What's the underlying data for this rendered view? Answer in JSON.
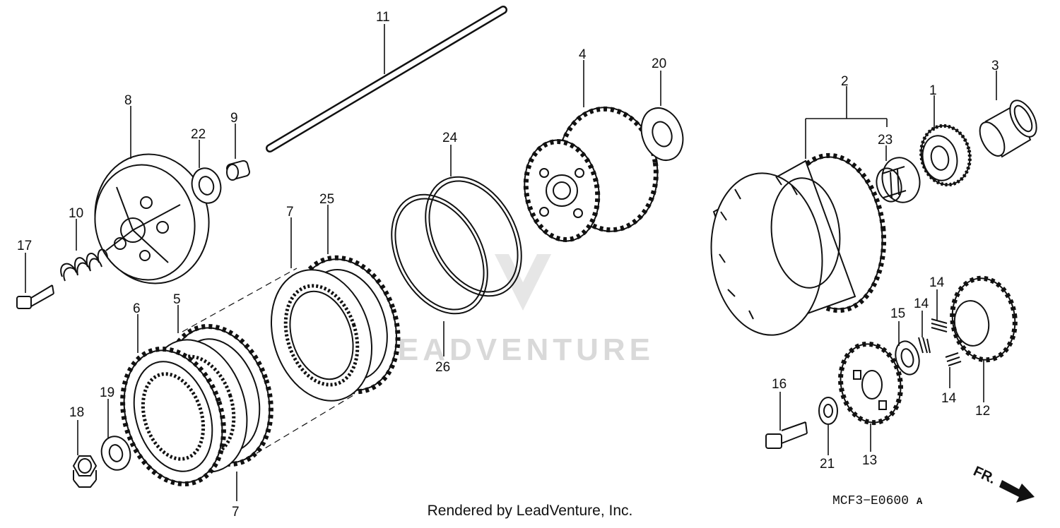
{
  "watermark": "LEADVENTURE",
  "footer_text": "Rendered by LeadVenture, Inc.",
  "diagram_code": "MCF3−E0600",
  "diagram_code_suffix": "A",
  "direction_label": "FR.",
  "callouts": {
    "c1": "1",
    "c2": "2",
    "c3": "3",
    "c4": "4",
    "c5": "5",
    "c6": "6",
    "c7a": "7",
    "c7b": "7",
    "c8": "8",
    "c9": "9",
    "c10": "10",
    "c11": "11",
    "c12": "12",
    "c13": "13",
    "c14a": "14",
    "c14b": "14",
    "c14c": "14",
    "c15": "15",
    "c16": "16",
    "c17": "17",
    "c18": "18",
    "c19": "19",
    "c20": "20",
    "c21": "21",
    "c22": "22",
    "c23": "23",
    "c24": "24",
    "c25": "25",
    "c26": "26"
  }
}
